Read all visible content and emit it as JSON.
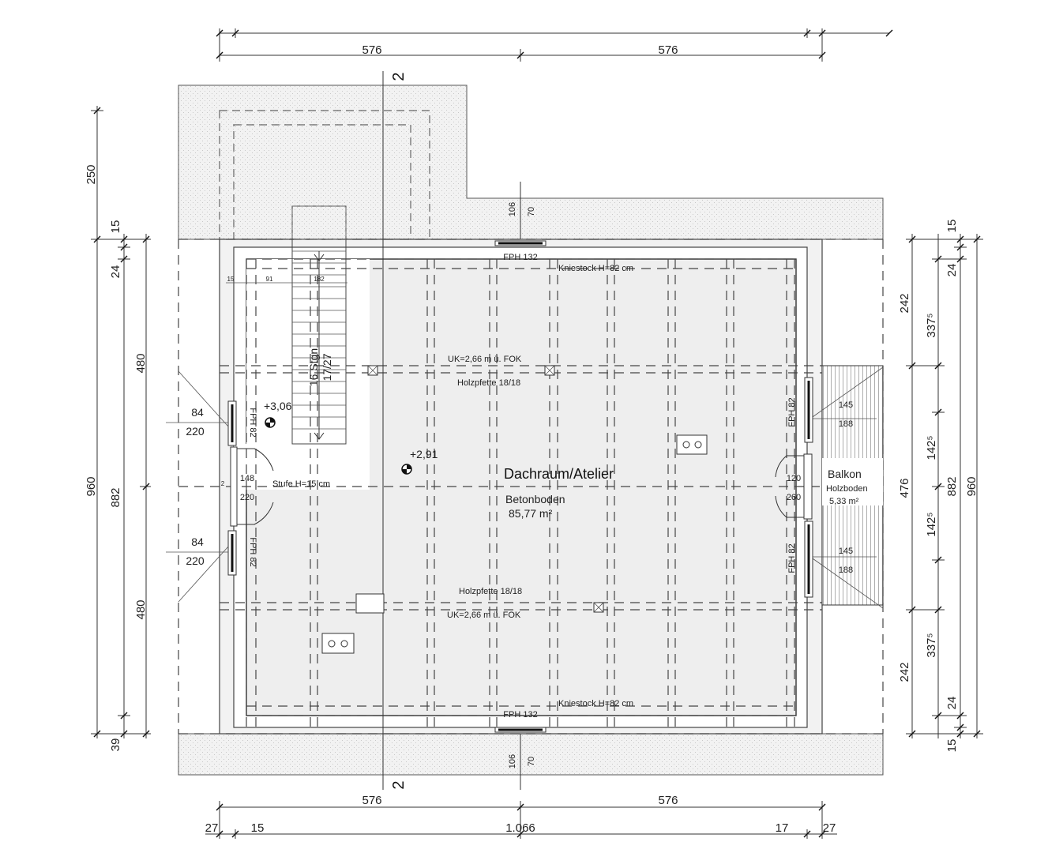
{
  "dimensions": {
    "top": {
      "left": "576",
      "right": "576"
    },
    "bottom_upper": {
      "left": "576",
      "right": "576"
    },
    "bottom_lower": {
      "left": "27",
      "left2": "15",
      "total": "1.066",
      "right2": "17",
      "right": "27"
    },
    "left_outer": {
      "top": "250",
      "a": "15",
      "b": "24",
      "total": "960",
      "bottom": "39"
    },
    "left_inner": {
      "upper": "480",
      "mid": "882",
      "lower": "480"
    },
    "right_inner": {
      "top": "242",
      "mid": "476",
      "bottom": "242"
    },
    "right_mid": {
      "a": "337⁵",
      "b": "142⁵",
      "c": "142⁵",
      "d": "337⁵",
      "e": "24",
      "f": "15"
    },
    "right_outer": {
      "a": "15",
      "b": "24",
      "c": "882",
      "d": "960",
      "e": "24",
      "f": "15"
    },
    "window_top": {
      "a": "106",
      "b": "70"
    },
    "window_bottom": {
      "a": "106",
      "b": "70"
    },
    "left_windows": {
      "w1": "84",
      "h1": "220",
      "w2": "84",
      "h2": "220"
    },
    "right_windows": {
      "w1": "145",
      "h1": "188",
      "w2": "145",
      "h2": "188"
    },
    "door_left": {
      "w": "148",
      "h": "220"
    },
    "door_right": {
      "w": "120",
      "h": "260"
    },
    "stair_dims": {
      "a": "15",
      "b": "91",
      "c": "182"
    }
  },
  "labels": {
    "section_mark": "2",
    "fph_top": "FPH 132",
    "fph_bottom": "FPH 132",
    "kniestock_top": "Kniestock H=82 cm",
    "kniestock_bottom": "Kniestock H=82 cm",
    "uk_top": "UK=2,66 m ü. FOK",
    "uk_bottom": "UK=2,66 m ü. FOK",
    "pfette_top": "Holzpfette 18/18",
    "pfette_bottom": "Holzpfette 18/18",
    "stairs": "16 Stgn",
    "stairs_ratio": "17/27",
    "level_1": "+3,06",
    "level_2": "+2,91",
    "step": "Stufe H=15 cm",
    "fph_left_1": "FPH 82",
    "fph_left_2": "FPH 82",
    "fph_right_1": "FPH 82",
    "fph_right_2": "FPH 82",
    "room_name": "Dachraum/Atelier",
    "room_floor": "Betonboden",
    "room_area": "85,77 m²",
    "balkon_name": "Balkon",
    "balkon_floor": "Holzboden",
    "balkon_area": "5,33 m²",
    "stair_arrow_tick": "2"
  }
}
